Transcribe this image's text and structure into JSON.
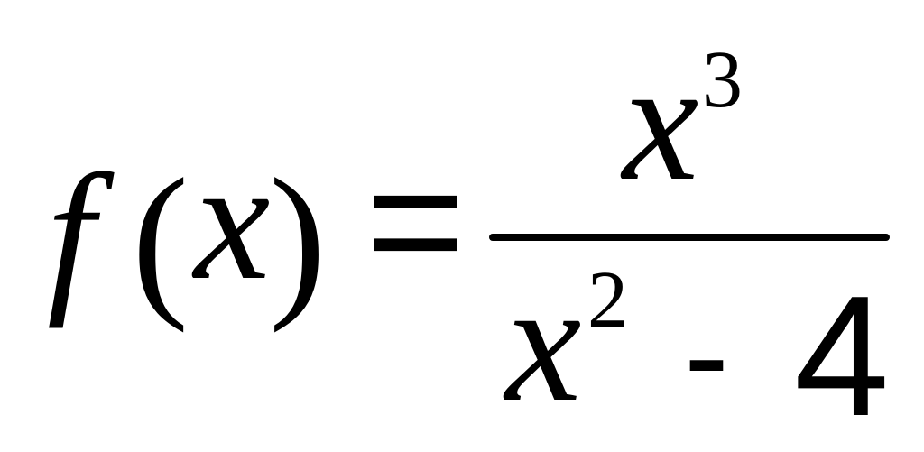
{
  "formula": {
    "function_name": "f",
    "paren_open": "(",
    "argument": "x",
    "paren_close": ")",
    "equals": "=",
    "numerator": {
      "base": "x",
      "exponent": "3"
    },
    "denominator": {
      "base": "x",
      "exponent": "2",
      "operator": "-",
      "constant": "4"
    }
  },
  "colors": {
    "text": "#000000",
    "background": "#ffffff"
  }
}
